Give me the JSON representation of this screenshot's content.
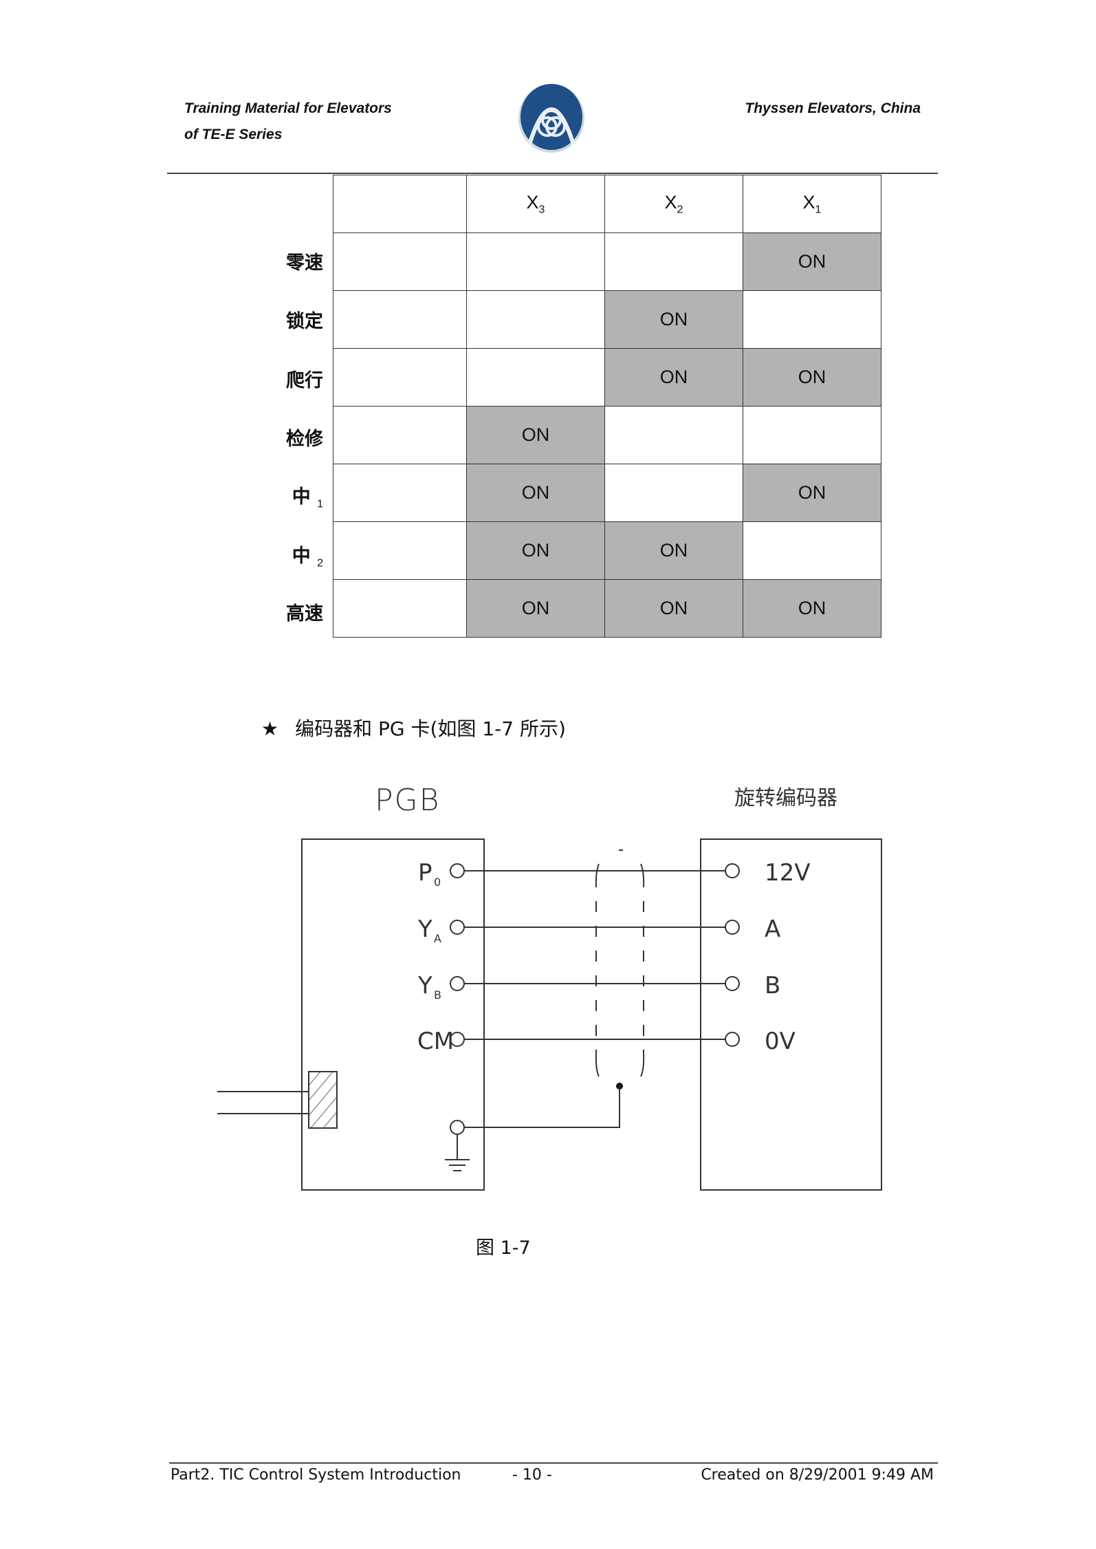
{
  "header": {
    "left_line1": "Training Material for Elevators",
    "left_line2": "of TE-E Series",
    "right": "Thyssen Elevators, China",
    "logo": "thyssen-logo"
  },
  "table": {
    "columns": [
      "",
      "X",
      "X",
      "X"
    ],
    "column_subs": [
      "",
      "3",
      "2",
      "1"
    ],
    "rows": [
      {
        "label": "零速",
        "sub": "",
        "cells": [
          "",
          "",
          "",
          "ON"
        ]
      },
      {
        "label": "锁定",
        "sub": "",
        "cells": [
          "",
          "",
          "ON",
          ""
        ]
      },
      {
        "label": "爬行",
        "sub": "",
        "cells": [
          "",
          "",
          "ON",
          "ON"
        ]
      },
      {
        "label": "检修",
        "sub": "",
        "cells": [
          "",
          "ON",
          "",
          ""
        ]
      },
      {
        "label": "中",
        "sub": "1",
        "cells": [
          "",
          "ON",
          "",
          "ON"
        ]
      },
      {
        "label": "中",
        "sub": "2",
        "cells": [
          "",
          "ON",
          "ON",
          ""
        ]
      },
      {
        "label": "高速",
        "sub": "",
        "cells": [
          "",
          "ON",
          "ON",
          "ON"
        ]
      }
    ]
  },
  "section": {
    "bullet": "★",
    "title": "编码器和 PG 卡(如图 1-7 所示)"
  },
  "diagram": {
    "left_title": "PGB",
    "right_title": "旋转编码器",
    "left_terminals": [
      {
        "main": "P",
        "sub": "0"
      },
      {
        "main": "Y",
        "sub": "A"
      },
      {
        "main": "Y",
        "sub": "B"
      },
      {
        "main": "CM",
        "sub": ""
      }
    ],
    "right_terminals": [
      "12V",
      "A",
      "B",
      "0V"
    ],
    "caption": "图 1-7"
  },
  "footer": {
    "left": "Part2. TIC Control System Introduction",
    "center": "- 10 -",
    "right": "Created on 8/29/2001 9:49 AM"
  }
}
